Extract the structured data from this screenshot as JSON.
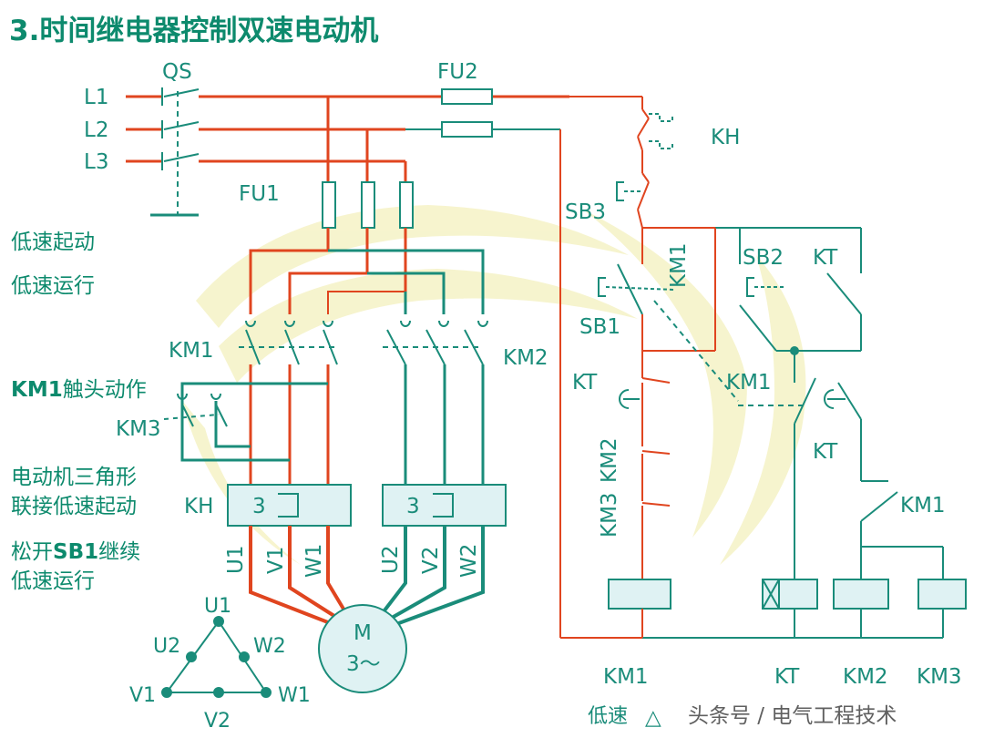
{
  "title": "3.时间继电器控制双速电动机",
  "notes": {
    "low_start": "低速起动",
    "low_run": "低速运行",
    "km1_action_bold": "KM1",
    "km1_action_rest": "触头动作",
    "delta_line1": "电动机三角形",
    "delta_line2": "联接低速起动",
    "release_pre": "松开",
    "release_bold": "SB1",
    "release_post": "继续",
    "release_line2": "低速运行"
  },
  "labels": {
    "qs": "QS",
    "fu2": "FU2",
    "fu1": "FU1",
    "l1": "L1",
    "l2": "L2",
    "l3": "L3",
    "kh_top": "KH",
    "kh_left": "KH",
    "km1_power": "KM1",
    "km2_power": "KM2",
    "km3_power": "KM3",
    "sb3": "SB3",
    "sb1": "SB1",
    "sb2": "SB2",
    "kt_top": "KT",
    "kt_ctrl": "KT",
    "kt_contact": "KT",
    "km1_vertical": "KM1",
    "km1_mid": "KM1",
    "km1_right": "KM1",
    "km2_vertical": "KM2",
    "km3_vertical": "KM3",
    "kh_elem": "3",
    "kh_elem2": "3",
    "u1": "U1",
    "v1": "V1",
    "w1": "W1",
    "u2": "U2",
    "v2": "V2",
    "w2": "W2",
    "motor_m": "M",
    "motor_phase": "3～",
    "tri_u1": "U1",
    "tri_u2": "U2",
    "tri_w2": "W2",
    "tri_v1": "V1",
    "tri_v2": "V2",
    "tri_w1": "W1",
    "coil_km1": "KM1",
    "coil_kt": "KT",
    "coil_km2": "KM2",
    "coil_km3": "KM3",
    "legend_low": "低速",
    "legend_delta": "△",
    "watermark": "头条号 / 电气工程技术"
  },
  "colors": {
    "active": "#e0451f",
    "inactive": "#1a8c7a",
    "title": "#0d8a6d",
    "coil_fill": "#dff2f3",
    "watermark_bg": "#f6f3c9"
  }
}
